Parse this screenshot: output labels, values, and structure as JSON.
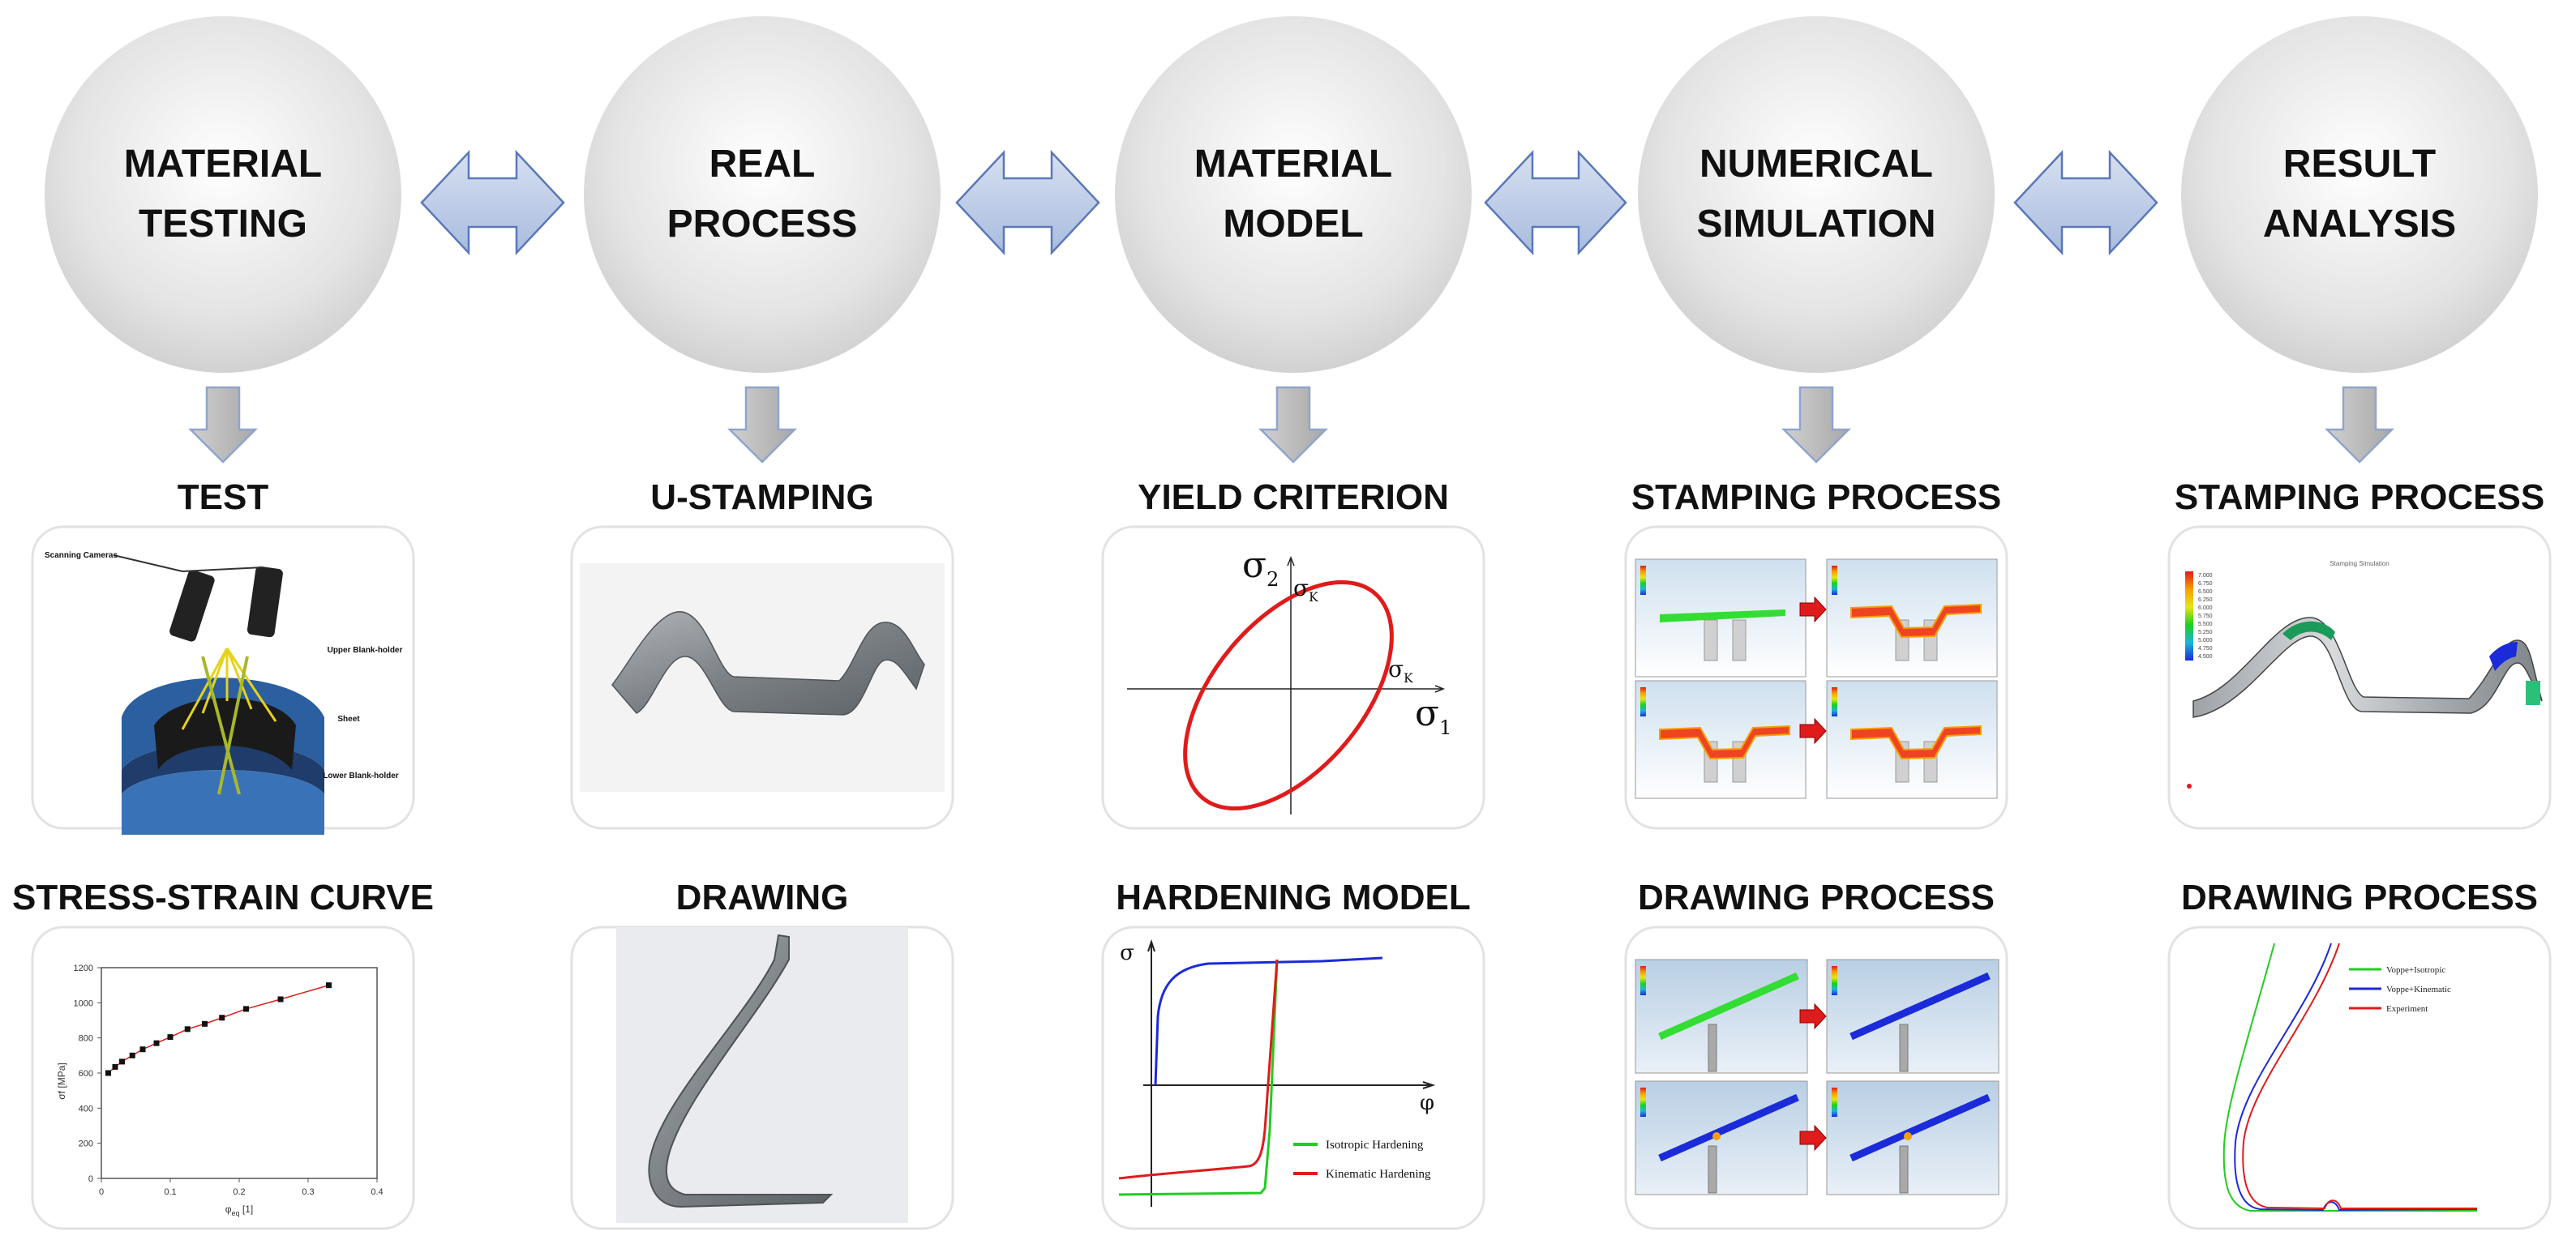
{
  "stages": [
    {
      "id": "material-testing",
      "lines": [
        "MATERIAL",
        "TESTING"
      ],
      "top": {
        "heading": "TEST",
        "kind": "test-rig",
        "labels": [
          "Scanning Cameras",
          "Upper Blank-holder",
          "Sheet",
          "Lower Blank-holder"
        ]
      },
      "bottom": {
        "heading": "STRESS-STRAIN CURVE",
        "kind": "stress-strain"
      }
    },
    {
      "id": "real-process",
      "lines": [
        "REAL",
        "PROCESS"
      ],
      "top": {
        "heading": "U-STAMPING",
        "kind": "u-photo"
      },
      "bottom": {
        "heading": "DRAWING",
        "kind": "drawing-photo"
      }
    },
    {
      "id": "material-model",
      "lines": [
        "MATERIAL",
        "MODEL"
      ],
      "top": {
        "heading": "YIELD CRITERION",
        "kind": "yield"
      },
      "bottom": {
        "heading": "HARDENING MODEL",
        "kind": "hardening"
      }
    },
    {
      "id": "numerical-simulation",
      "lines": [
        "NUMERICAL",
        "SIMULATION"
      ],
      "top": {
        "heading": "STAMPING PROCESS",
        "kind": "sim-stamping"
      },
      "bottom": {
        "heading": "DRAWING PROCESS",
        "kind": "sim-drawing"
      }
    },
    {
      "id": "result-analysis",
      "lines": [
        "RESULT",
        "ANALYSIS"
      ],
      "top": {
        "heading": "STAMPING PROCESS",
        "kind": "result-stamping"
      },
      "bottom": {
        "heading": "DRAWING PROCESS",
        "kind": "result-drawing"
      }
    }
  ],
  "yield": {
    "s2": "σ",
    "s2_sub": "2",
    "s1": "σ",
    "s1_sub": "1",
    "sk": "σ",
    "sk_sub": "K"
  },
  "hardening": {
    "y": "σ",
    "x": "φ",
    "legend": [
      {
        "name": "Isotropic Hardening",
        "color": "#22cc22"
      },
      {
        "name": "Kinematic Hardening",
        "color": "#e01b1b"
      }
    ]
  },
  "stress_strain": {
    "ylabel": "σf [MPa]",
    "xlabel": "φ",
    "xlabel_sub": "eq",
    "xlabel_unit": "[1]",
    "yticks": [
      "0",
      "200",
      "400",
      "600",
      "800",
      "1000",
      "1200"
    ],
    "xticks": [
      "0",
      "0.1",
      "0.2",
      "0.3",
      "0.4"
    ],
    "points": [
      [
        0.01,
        600
      ],
      [
        0.02,
        635
      ],
      [
        0.03,
        665
      ],
      [
        0.045,
        700
      ],
      [
        0.06,
        735
      ],
      [
        0.08,
        770
      ],
      [
        0.1,
        805
      ],
      [
        0.125,
        850
      ],
      [
        0.15,
        880
      ],
      [
        0.175,
        915
      ],
      [
        0.21,
        965
      ],
      [
        0.26,
        1020
      ],
      [
        0.33,
        1100
      ]
    ]
  },
  "result_drawing": {
    "legend": [
      {
        "name": "Voppe+Isotropic",
        "color": "#22cc22"
      },
      {
        "name": "Voppe+Kinematic",
        "color": "#1b2bd9"
      },
      {
        "name": "Experiment",
        "color": "#e01b1b"
      }
    ]
  },
  "result_stamping": {
    "title": "Stamping Simulation",
    "scale": [
      "7.000",
      "6.750",
      "6.500",
      "6.250",
      "6.000",
      "5.750",
      "5.500",
      "5.250",
      "5.000",
      "4.750",
      "4.500"
    ]
  },
  "colors": {
    "circle_edge": "#c9c9c9",
    "circle_center": "#ffffff",
    "arrow_h": "#b9c9e6",
    "arrow_h_stroke": "#5a78b8",
    "arrow_v": "#c0c0c0",
    "arrow_v_stroke": "#8fa5cc"
  }
}
